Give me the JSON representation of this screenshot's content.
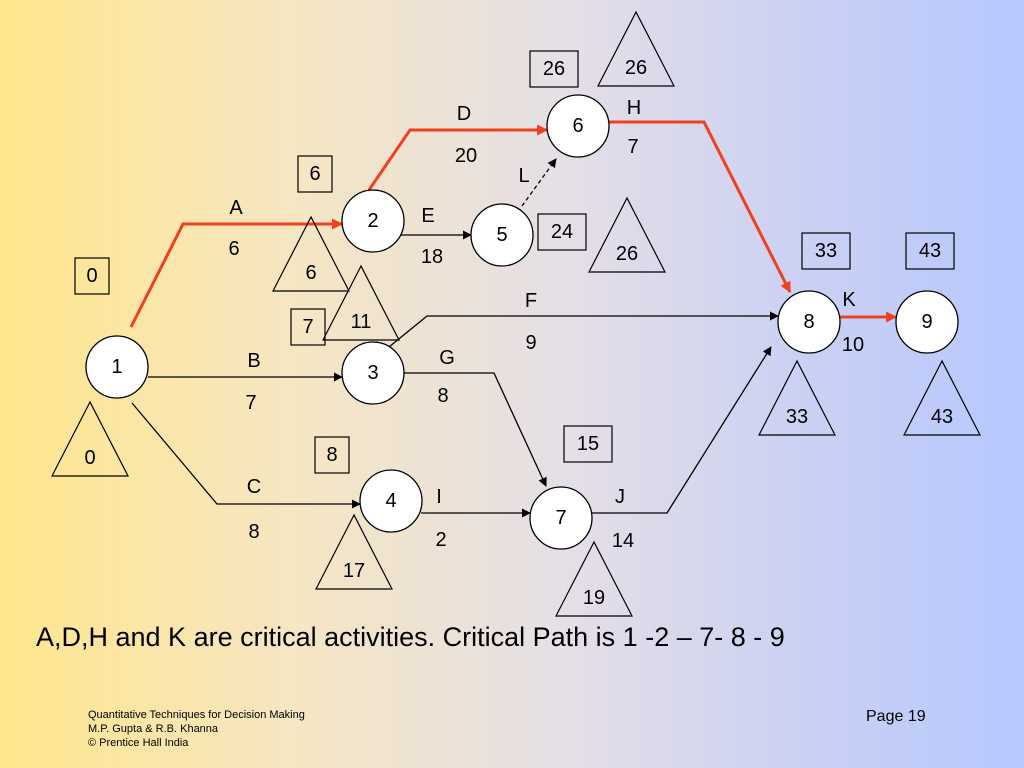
{
  "nodes": [
    {
      "id": "1",
      "label": "1",
      "earliest": "0",
      "latest": "0"
    },
    {
      "id": "2",
      "label": "2",
      "earliest": "6",
      "latest": "6"
    },
    {
      "id": "3",
      "label": "3",
      "earliest": "7",
      "latest": "11"
    },
    {
      "id": "4",
      "label": "4",
      "earliest": "8",
      "latest": "17"
    },
    {
      "id": "5",
      "label": "5",
      "earliest": "24",
      "latest": "26"
    },
    {
      "id": "6",
      "label": "6",
      "earliest": "26",
      "latest": "26"
    },
    {
      "id": "7",
      "label": "7",
      "earliest": "15",
      "latest": "19"
    },
    {
      "id": "8",
      "label": "8",
      "earliest": "33",
      "latest": "33"
    },
    {
      "id": "9",
      "label": "9",
      "earliest": "43",
      "latest": "43"
    }
  ],
  "activities": [
    {
      "name": "A",
      "duration": "6",
      "from": "1",
      "to": "2",
      "critical": true,
      "dashed": false
    },
    {
      "name": "B",
      "duration": "7",
      "from": "1",
      "to": "3",
      "critical": false,
      "dashed": false
    },
    {
      "name": "C",
      "duration": "8",
      "from": "1",
      "to": "4",
      "critical": false,
      "dashed": false
    },
    {
      "name": "D",
      "duration": "20",
      "from": "2",
      "to": "6",
      "critical": true,
      "dashed": false
    },
    {
      "name": "E",
      "duration": "18",
      "from": "2",
      "to": "5",
      "critical": false,
      "dashed": false
    },
    {
      "name": "L",
      "duration": "",
      "from": "5",
      "to": "6",
      "critical": false,
      "dashed": true
    },
    {
      "name": "F",
      "duration": "9",
      "from": "3",
      "to": "8",
      "critical": false,
      "dashed": false
    },
    {
      "name": "G",
      "duration": "8",
      "from": "3",
      "to": "7",
      "critical": false,
      "dashed": false
    },
    {
      "name": "I",
      "duration": "2",
      "from": "4",
      "to": "7",
      "critical": false,
      "dashed": false
    },
    {
      "name": "H",
      "duration": "7",
      "from": "6",
      "to": "8",
      "critical": true,
      "dashed": false
    },
    {
      "name": "J",
      "duration": "14",
      "from": "7",
      "to": "8",
      "critical": false,
      "dashed": false
    },
    {
      "name": "K",
      "duration": "10",
      "from": "8",
      "to": "9",
      "critical": true,
      "dashed": false
    }
  ],
  "caption": "A,D,H and K are critical activities. Critical Path is 1 -2 – 7- 8 - 9",
  "footer": {
    "line1": "Quantitative Techniques for Decision Making",
    "line2": "M.P. Gupta & R.B. Khanna",
    "line3": "© Prentice Hall India",
    "page": "Page 19"
  },
  "colors": {
    "critical": "#f0401e",
    "normal": "#000000",
    "node_fill": "#ffffff"
  }
}
